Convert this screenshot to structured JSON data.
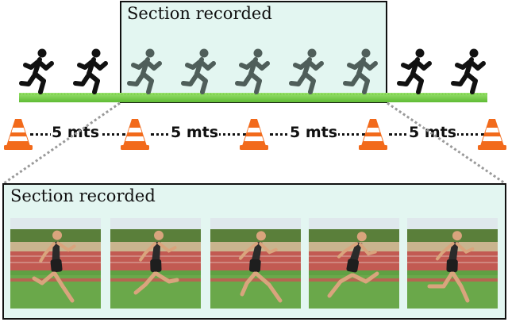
{
  "top_panel": {
    "title": "Section recorded"
  },
  "bottom_panel": {
    "title": "Section recorded"
  },
  "distances": [
    "5 mts",
    "5 mts",
    "5 mts",
    "5 mts"
  ],
  "runners": [
    {
      "icon": "runner-silhouette-icon",
      "in_section": false
    },
    {
      "icon": "runner-silhouette-icon",
      "in_section": false
    },
    {
      "icon": "runner-silhouette-icon",
      "in_section": true
    },
    {
      "icon": "runner-silhouette-icon",
      "in_section": true
    },
    {
      "icon": "runner-silhouette-icon",
      "in_section": true
    },
    {
      "icon": "runner-silhouette-icon",
      "in_section": true
    },
    {
      "icon": "runner-silhouette-icon",
      "in_section": true
    },
    {
      "icon": "runner-silhouette-icon",
      "in_section": false
    },
    {
      "icon": "runner-silhouette-icon",
      "in_section": false
    }
  ],
  "cones": [
    "traffic-cone-icon",
    "traffic-cone-icon",
    "traffic-cone-icon",
    "traffic-cone-icon",
    "traffic-cone-icon"
  ],
  "photos": [
    "sprint-frame-1",
    "sprint-frame-2",
    "sprint-frame-3",
    "sprint-frame-4",
    "sprint-frame-5"
  ],
  "colors": {
    "panel_background": "#e3f6f1",
    "runner_outside": "#111111",
    "runner_inside": "#4f5e5a",
    "cone_orange": "#f26a1b",
    "grass": "#6cc63c",
    "track": "#c25a52"
  }
}
